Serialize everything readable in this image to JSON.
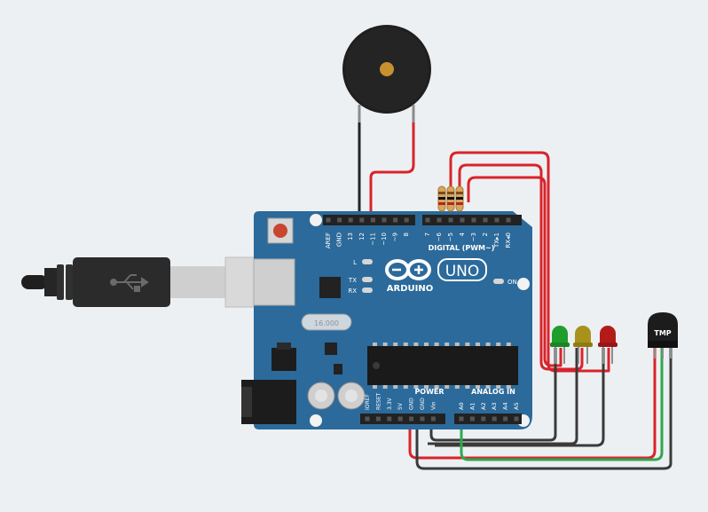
{
  "board": {
    "brand": "ARDUINO",
    "model": "UNO",
    "digital_header": "DIGITAL (PWM~)",
    "power_header": "POWER",
    "analog_header": "ANALOG IN",
    "led_l": "L",
    "led_tx": "TX",
    "led_rx": "RX",
    "led_on": "ON",
    "digital_pins_left": [
      "AREF",
      "GND",
      "13",
      "12",
      "~11",
      "~10",
      "~9",
      "8"
    ],
    "digital_pins_right": [
      "7",
      "~6",
      "~5",
      "4",
      "~3",
      "2",
      "TX▸1",
      "RX◂0"
    ],
    "power_pins": [
      "IOREF",
      "RESET",
      "3.3V",
      "5V",
      "GND",
      "GND",
      "Vin"
    ],
    "analog_pins": [
      "A0",
      "A1",
      "A2",
      "A3",
      "A4",
      "A5"
    ],
    "color": "#2b6a9b"
  },
  "sensor": {
    "label": "TMP"
  },
  "leds": [
    {
      "name": "green",
      "color": "#1f9e2c"
    },
    {
      "name": "yellow",
      "color": "#a8921c"
    },
    {
      "name": "red",
      "color": "#b31b1b"
    }
  ],
  "wire_colors": {
    "red": "#d9232a",
    "black": "#252525",
    "green": "#2fa84f",
    "gray": "#3a3a3a"
  }
}
